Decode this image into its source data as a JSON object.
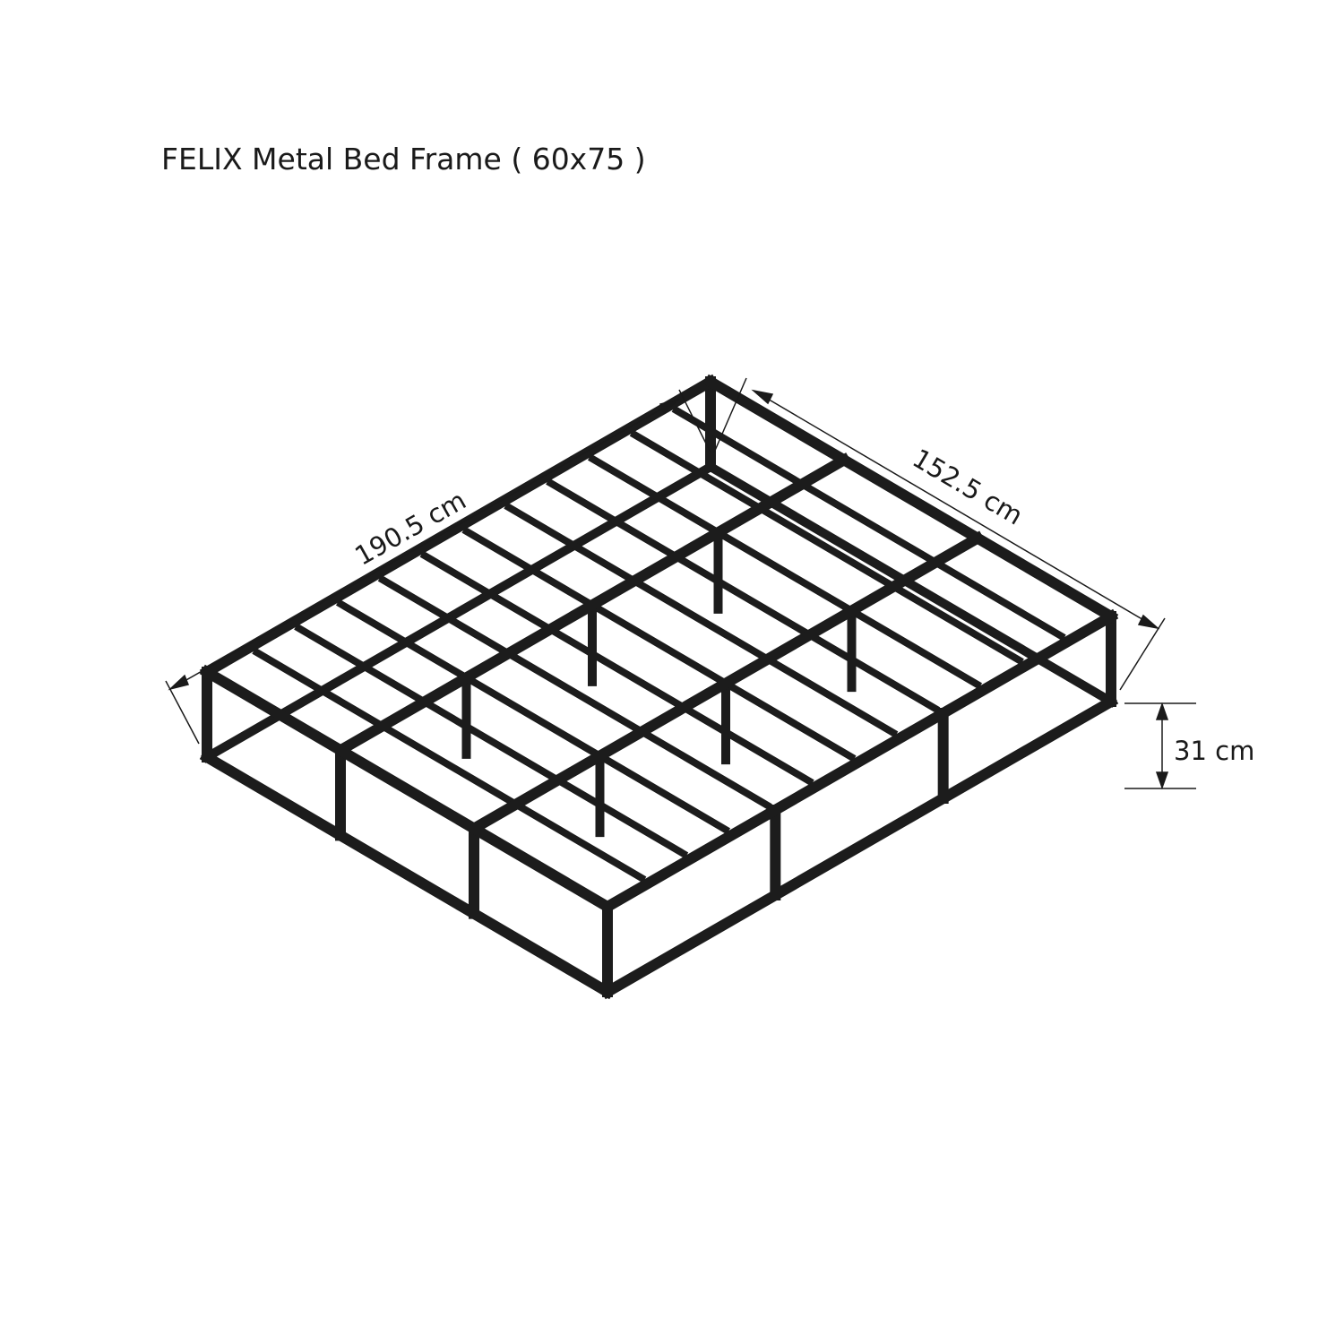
{
  "title": "FELIX Metal Bed Frame ( 60x75 )",
  "dimensions": {
    "length": "190.5 cm",
    "width": "152.5 cm",
    "height": "31 cm"
  },
  "colors": {
    "frame": "#1c1c1c",
    "line": "#1a1a1a"
  }
}
